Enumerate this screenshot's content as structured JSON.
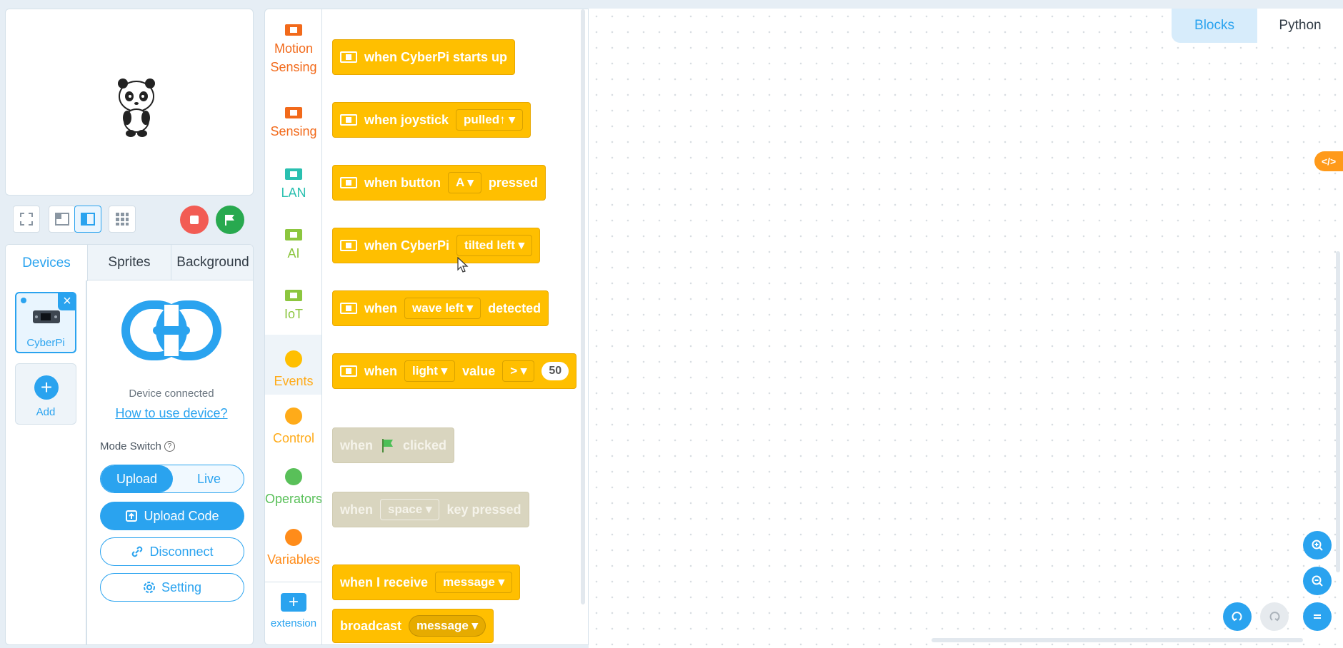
{
  "left_panel": {
    "tabs": [
      "Devices",
      "Sprites",
      "Background"
    ],
    "device": {
      "name": "CyberPi",
      "add_label": "Add"
    },
    "status": "Device connected",
    "help_link": "How to use device?",
    "mode_label": "Mode Switch",
    "mode_options": [
      "Upload",
      "Live"
    ],
    "buttons": {
      "upload": "Upload Code",
      "disconnect": "Disconnect",
      "setting": "Setting"
    }
  },
  "categories": [
    {
      "label": "Motion Sensing",
      "color": "#f26a1b"
    },
    {
      "label": "Sensing",
      "color": "#f26a1b"
    },
    {
      "label": "LAN",
      "color": "#2ac0b0"
    },
    {
      "label": "AI",
      "color": "#8cc63f"
    },
    {
      "label": "IoT",
      "color": "#8cc63f"
    },
    {
      "label": "Events",
      "color": "#ffbf00"
    },
    {
      "label": "Control",
      "color": "#ffab19"
    },
    {
      "label": "Operators",
      "color": "#59c059"
    },
    {
      "label": "Variables",
      "color": "#ff8c1a"
    }
  ],
  "extension_label": "extension",
  "blocks": {
    "b1": {
      "text": "when CyberPi starts up"
    },
    "b2": {
      "pre": "when joystick",
      "dd": "pulled↑"
    },
    "b3": {
      "pre": "when button",
      "dd": "A",
      "post": "pressed"
    },
    "b4": {
      "pre": "when CyberPi",
      "dd": "tilted left"
    },
    "b5": {
      "pre": "when",
      "dd": "wave left",
      "post": "detected"
    },
    "b6": {
      "pre": "when",
      "dd": "light",
      "mid": "value",
      "dd2": ">",
      "num": "50"
    },
    "b7": {
      "pre": "when",
      "post": "clicked"
    },
    "b8": {
      "pre": "when",
      "dd": "space",
      "post": "key pressed"
    },
    "b9": {
      "pre": "when I receive",
      "dd": "message"
    },
    "b10": {
      "pre": "broadcast",
      "dd": "message"
    }
  },
  "workspace": {
    "tabs": [
      "Blocks",
      "Python"
    ],
    "code_toggle": "</>"
  },
  "colors": {
    "accent": "#2aa3ef",
    "events": "#ffbf00",
    "stop": "#f25c54",
    "go": "#28a94f"
  }
}
